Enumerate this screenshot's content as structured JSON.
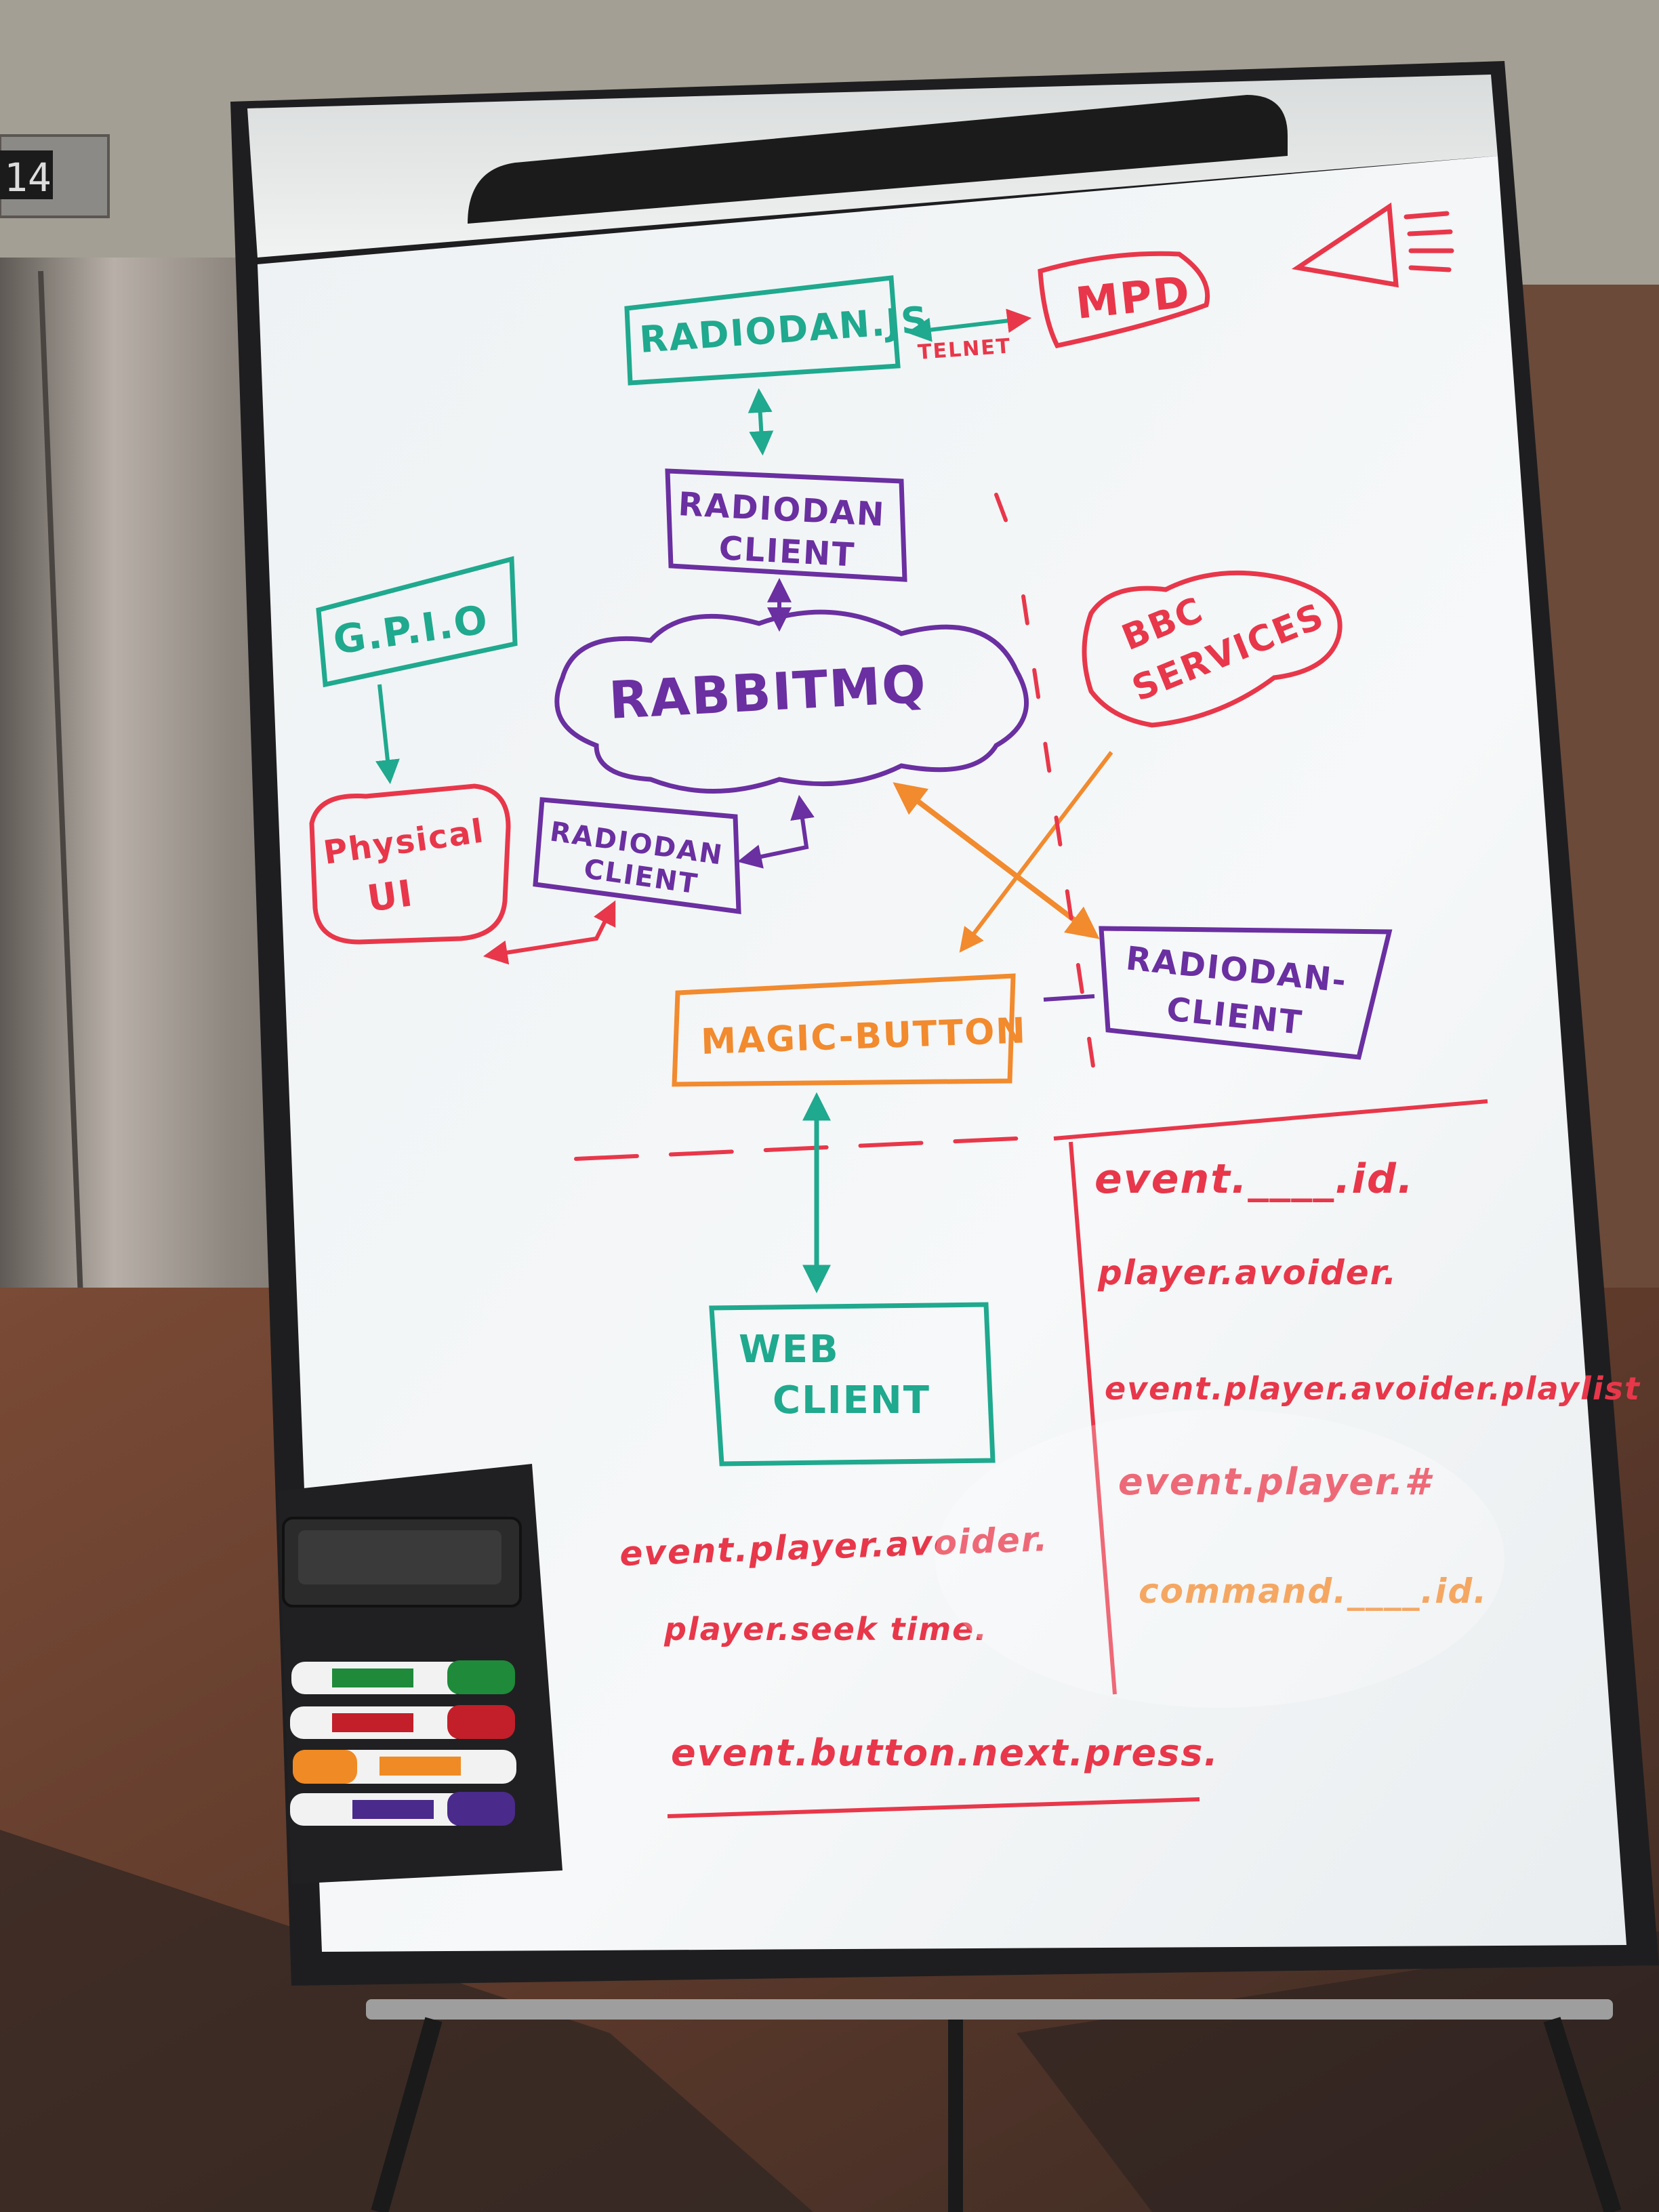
{
  "elevator": {
    "floor_number": "14"
  },
  "whiteboard": {
    "nodes": {
      "radiodan_js": "RADIODAN.JS",
      "mpd": "MPD",
      "telnet": "TELNET",
      "radiodan_client_top_line1": "RADIODAN",
      "radiodan_client_top_line2": "CLIENT",
      "gpio": "G.P.I.O",
      "rabbitmq": "RABBITMQ",
      "bbc_services_line1": "BBC",
      "bbc_services_line2": "SERVICES",
      "physical_ui_line1": "Physical",
      "physical_ui_line2": "UI",
      "radiodan_client_left_line1": "RADIODAN",
      "radiodan_client_left_line2": "CLIENT",
      "radiodan_client_right_line1": "RADIODAN-",
      "radiodan_client_right_line2": "CLIENT",
      "magic_button": "MAGIC-BUTTON",
      "web_client_line1": "WEB",
      "web_client_line2": "CLIENT"
    },
    "notes_right": [
      "event.____.id.",
      "player.avoider.",
      "event.player.avoider.playlist",
      "event.player.#",
      "command.____.id."
    ],
    "notes_bottom": [
      "event.player.avoider.",
      "player.seek time.",
      "event.button.next.press."
    ]
  },
  "markers": [
    "green",
    "red",
    "orange",
    "purple"
  ],
  "colors": {
    "teal": "#1fa98e",
    "purple": "#6a2fa0",
    "red": "#e8374a",
    "orange": "#f28a2e",
    "board": "#f3f5f6",
    "frame": "#1e1e20"
  },
  "icons": [
    "megaphone-icon"
  ]
}
